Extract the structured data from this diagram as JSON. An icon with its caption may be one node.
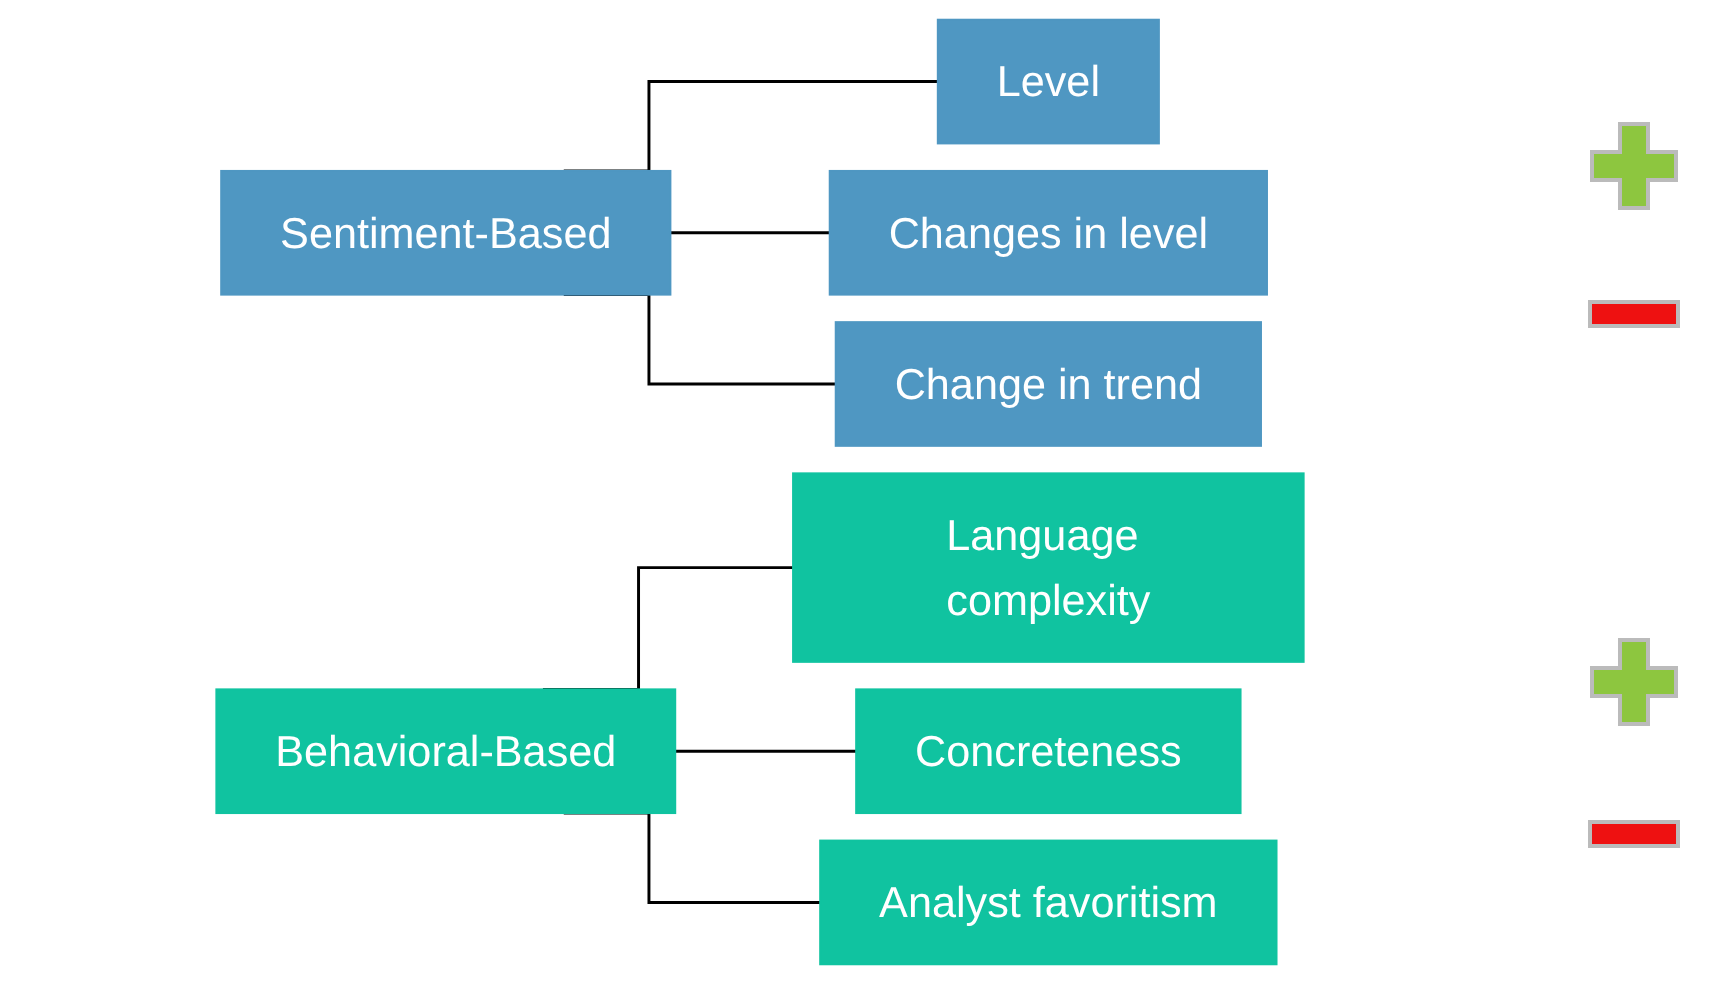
{
  "diagram": {
    "nodes": [
      {
        "text": [
          "Sentiment-Based"
        ]
      },
      {
        "text": [
          "Level"
        ]
      },
      {
        "text": [
          "Changes in level"
        ]
      },
      {
        "text": [
          "Change in trend"
        ]
      },
      {
        "text": [
          "Behavioral-Based"
        ]
      },
      {
        "text": [
          "Language complexity"
        ]
      },
      {
        "text": [
          "Concreteness"
        ]
      },
      {
        "text": [
          "Analyst favoritism"
        ]
      }
    ],
    "edges": [
      {
        "from": 0,
        "to": 1,
        "arrow": "none"
      },
      {
        "from": 0,
        "to": 2,
        "arrow": "none"
      },
      {
        "from": 0,
        "to": 3,
        "arrow": "none"
      },
      {
        "from": 4,
        "to": 5,
        "arrow": "none"
      },
      {
        "from": 4,
        "to": 6,
        "arrow": "none"
      },
      {
        "from": 4,
        "to": 7,
        "arrow": "none"
      }
    ]
  }
}
